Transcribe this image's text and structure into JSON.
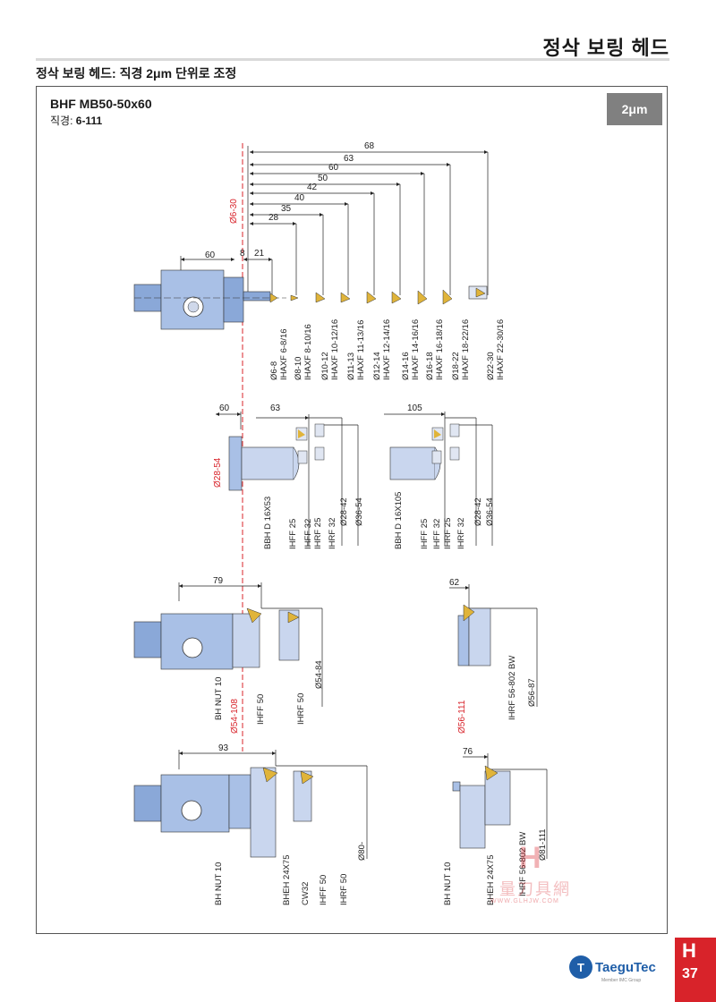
{
  "header": {
    "page_title": "정삭 보링 헤드",
    "section_heading": "정삭 보링 헤드: 직경 2μm 단위로 조정"
  },
  "product": {
    "model": "BHF MB50-50x60",
    "diameter_label": "직경:",
    "diameter_value": "6-111",
    "precision_badge": "2μm"
  },
  "section1": {
    "vertical_label": "Ø6-30",
    "body_dims": [
      "60",
      "8",
      "21"
    ],
    "projection_dims": [
      "68",
      "63",
      "60",
      "50",
      "42",
      "40",
      "35",
      "28"
    ],
    "bars": [
      {
        "diameter": "Ø6-8",
        "code": "IHAXF 6-8/16"
      },
      {
        "diameter": "Ø8-10",
        "code": "IHAXF 8-10/16"
      },
      {
        "diameter": "Ø10-12",
        "code": "IHAXF 10-12/16"
      },
      {
        "diameter": "Ø11-13",
        "code": "IHAXF 11-13/16"
      },
      {
        "diameter": "Ø12-14",
        "code": "IHAXF 12-14/16"
      },
      {
        "diameter": "Ø14-16",
        "code": "IHAXF 14-16/16"
      },
      {
        "diameter": "Ø16-18",
        "code": "IHAXF 16-18/16"
      },
      {
        "diameter": "Ø18-22",
        "code": "IHAXF 18-22/16"
      },
      {
        "diameter": "Ø22-30",
        "code": "IHAXF 22-30/16"
      }
    ]
  },
  "section2": {
    "vertical_label": "Ø28-54",
    "left": {
      "dim_a": "60",
      "dim_b": "63",
      "bar": "BBH D 16X53",
      "labels": [
        "IHFF 25",
        "IHFF 32",
        "IHRF 25",
        "IHRF 32",
        "Ø28-42",
        "Ø36-54"
      ]
    },
    "right": {
      "dim": "105",
      "bar": "BBH D 16X105",
      "labels": [
        "IHFF 25",
        "IHFF 32",
        "IHRF 25",
        "IHRF 32",
        "Ø28-42",
        "Ø36-54"
      ]
    }
  },
  "section3": {
    "vertical_label": "Ø54-108",
    "dim": "79",
    "labels": [
      "BH NUT 10",
      "IHFF 50",
      "IHRF 50",
      "Ø54-84"
    ],
    "right": {
      "vertical_label": "Ø56-111",
      "dim": "62",
      "labels": [
        "IHRF 56-802 BW",
        "Ø56-87"
      ]
    }
  },
  "section4": {
    "dim": "93",
    "labels": [
      "BH NUT 10",
      "BHEH 24X75",
      "CW32",
      "IHFF 50",
      "IHRF 50",
      "Ø80-"
    ],
    "right": {
      "dim": "76",
      "labels": [
        "BH NUT 10",
        "BHEH 24X75",
        "IHRF 56-802 BW",
        "Ø81-111"
      ]
    }
  },
  "footer": {
    "tab_letter": "H",
    "page_number": "37",
    "brand": "TaeguTec",
    "brand_mark": "T",
    "brand_sub": "Member IMC Group",
    "watermark_glyph": "H",
    "watermark_text": "量刀具網",
    "watermark_url": "WWW.GLHJW.COM"
  },
  "colors": {
    "accent_red": "#d8232a",
    "tool_blue": "#8aa8d8",
    "insert_gold": "#e0b43a",
    "badge_gray": "#808080"
  }
}
